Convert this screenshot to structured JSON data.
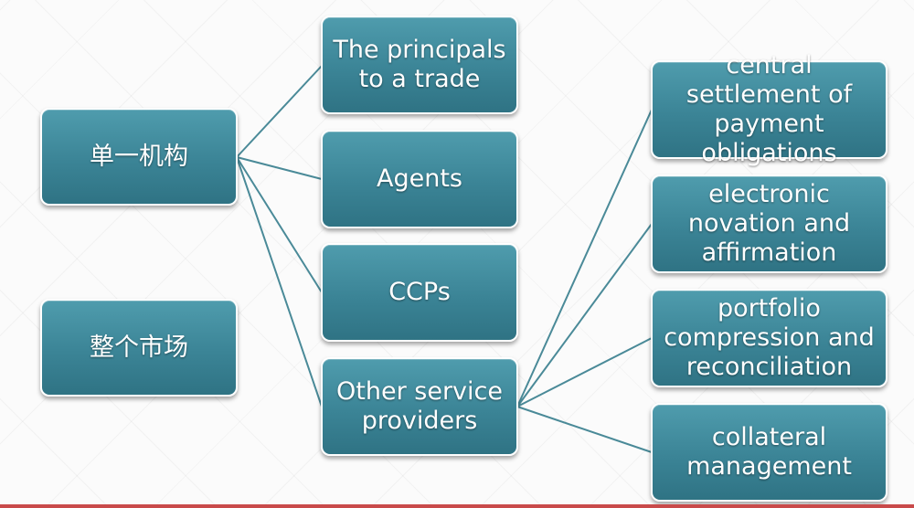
{
  "colors": {
    "node_fill": "#3b8496",
    "node_border": "#ffffff",
    "connector": "#4a8a98",
    "bottom_rule": "#c94a4a"
  },
  "left": {
    "single_institution": "单一机构",
    "whole_market": "整个市场"
  },
  "middle": {
    "principals": "The principals to a trade",
    "agents": "Agents",
    "ccps": "CCPs",
    "other_providers": "Other service providers"
  },
  "right": {
    "central_settlement": "central settlement of payment obligations",
    "electronic_novation": "electronic novation and affirmation",
    "portfolio_compression": "portfolio compression and reconciliation",
    "collateral_management": "collateral management"
  }
}
